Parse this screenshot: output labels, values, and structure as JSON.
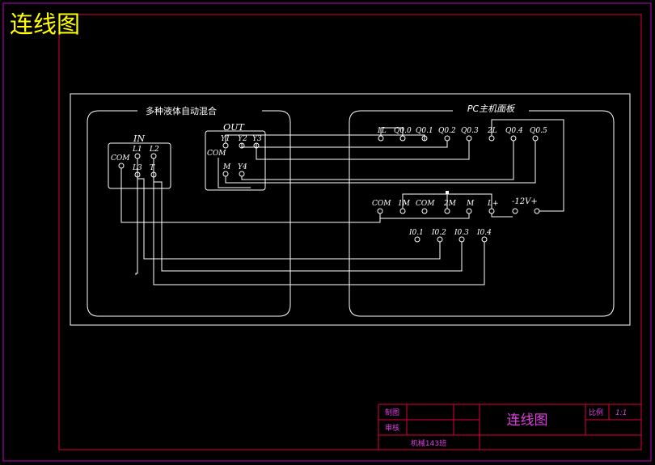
{
  "drawing_title": "连线图",
  "left_panel": {
    "title": "多种液体自动混合",
    "in_box": {
      "title": "IN",
      "terminals": [
        "COM",
        "L1",
        "L2",
        "L3",
        "T"
      ]
    },
    "out_box": {
      "title": "OUT",
      "terminals": [
        "Y1",
        "Y2",
        "Y3",
        "COM",
        "M",
        "Y4"
      ]
    }
  },
  "right_panel": {
    "title": "PC主机面板",
    "top_row": [
      "1L",
      "Q0.0",
      "Q0.1",
      "Q0.2",
      "Q0.3",
      "2L",
      "Q0.4",
      "Q0.5"
    ],
    "middle_row": [
      "COM",
      "1M",
      "COM",
      "2M",
      "M",
      "L+",
      "-12V+"
    ],
    "input_row": [
      "I0.1",
      "I0.2",
      "I0.3",
      "I0.4"
    ]
  },
  "title_block": {
    "drawn_label": "制图",
    "checked_label": "审核",
    "main_title": "连线图",
    "scale_label": "比例",
    "scale_value": "1:1",
    "class_label": "机械143班"
  },
  "colors": {
    "frame": "#c000c0",
    "inner_frame": "#e0003c",
    "lines": "#ffffff",
    "heading": "#ffff00"
  }
}
